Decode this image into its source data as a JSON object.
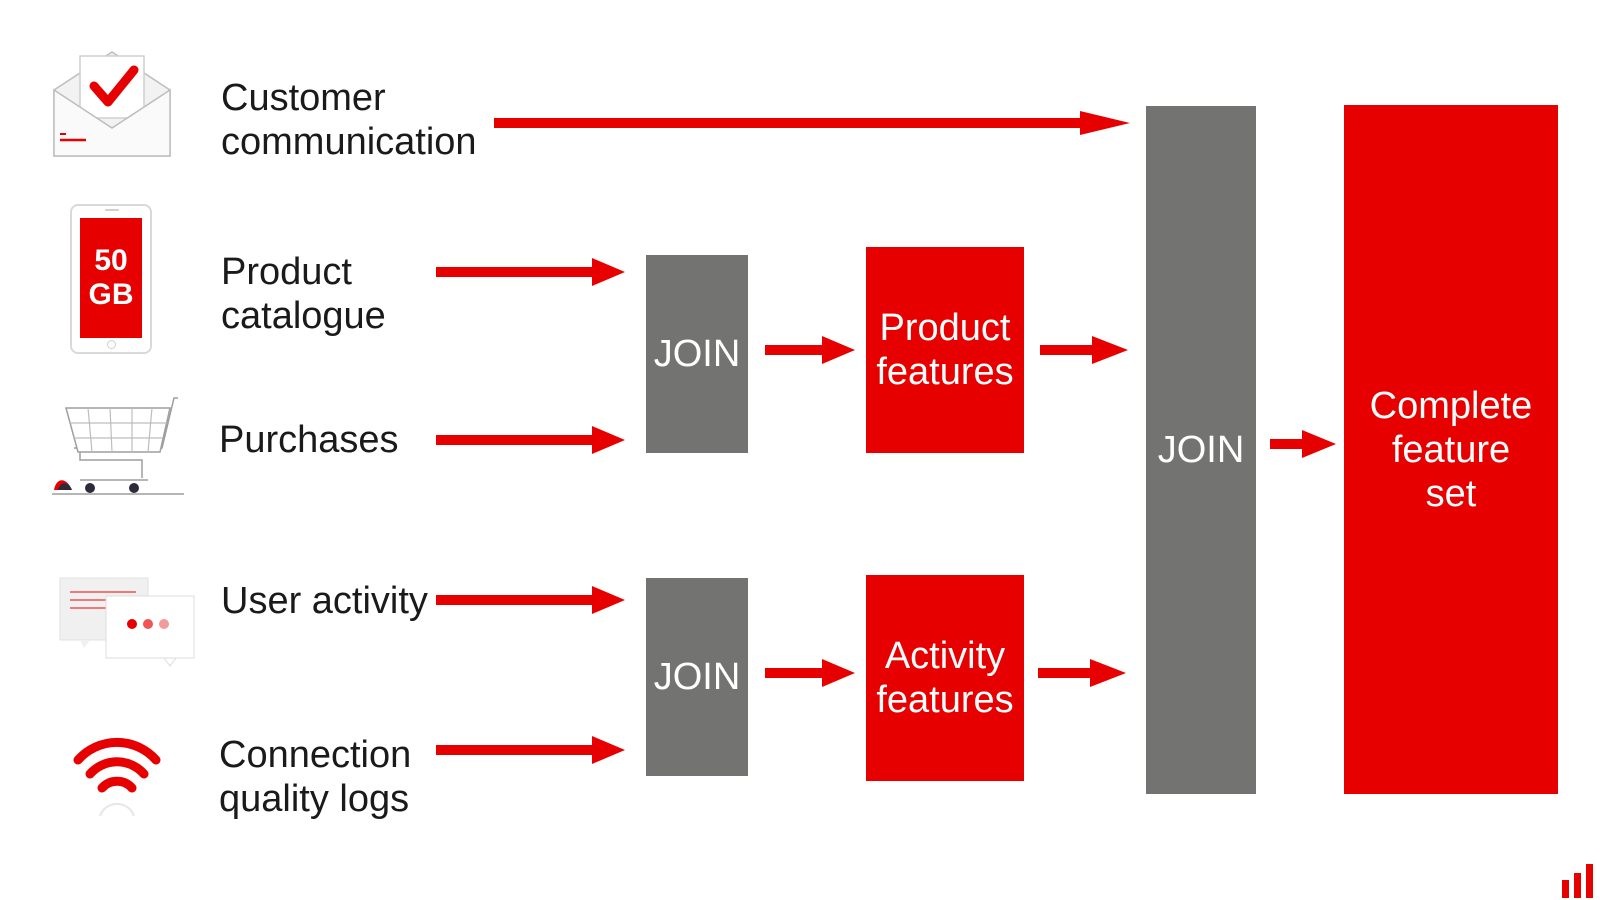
{
  "sources": [
    {
      "id": "customer-communication",
      "label": "Customer\ncommunication",
      "icon": "envelope-check-icon"
    },
    {
      "id": "product-catalogue",
      "label": "Product\ncatalogue",
      "icon": "phone-50gb-icon"
    },
    {
      "id": "purchases",
      "label": "Purchases",
      "icon": "shopping-cart-icon"
    },
    {
      "id": "user-activity",
      "label": "User activity",
      "icon": "chat-bubbles-icon"
    },
    {
      "id": "connection-quality-logs",
      "label": "Connection\nquality logs",
      "icon": "wifi-signal-icon"
    }
  ],
  "phone_icon_text": {
    "line1": "50",
    "line2": "GB"
  },
  "join_top": {
    "label": "JOIN"
  },
  "join_bottom": {
    "label": "JOIN"
  },
  "join_final": {
    "label": "JOIN"
  },
  "product_features": {
    "label": "Product\nfeatures"
  },
  "activity_features": {
    "label": "Activity\nfeatures"
  },
  "complete_feature_set": {
    "label": "Complete\nfeature\nset"
  },
  "colors": {
    "brand_red": "#e60000",
    "join_gray": "#737372",
    "text": "#1a1a1a"
  },
  "logo": "signal-bars-logo-icon"
}
